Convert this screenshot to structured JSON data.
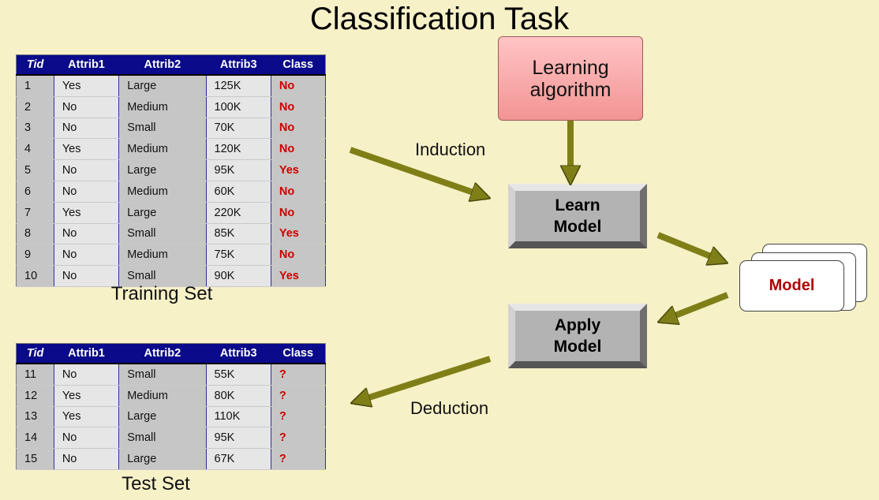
{
  "title": "Classification Task",
  "colors": {
    "background": "#f7f1c8",
    "table_header": "#0a0a8a",
    "class_text": "#cc0000",
    "arrow": "#7f7f18",
    "learning_box": "#f39494",
    "model_text": "#b00000"
  },
  "training_set": {
    "caption": "Training Set",
    "headers": [
      "Tid",
      "Attrib1",
      "Attrib2",
      "Attrib3",
      "Class"
    ],
    "rows": [
      [
        "1",
        "Yes",
        "Large",
        "125K",
        "No"
      ],
      [
        "2",
        "No",
        "Medium",
        "100K",
        "No"
      ],
      [
        "3",
        "No",
        "Small",
        "70K",
        "No"
      ],
      [
        "4",
        "Yes",
        "Medium",
        "120K",
        "No"
      ],
      [
        "5",
        "No",
        "Large",
        "95K",
        "Yes"
      ],
      [
        "6",
        "No",
        "Medium",
        "60K",
        "No"
      ],
      [
        "7",
        "Yes",
        "Large",
        "220K",
        "No"
      ],
      [
        "8",
        "No",
        "Small",
        "85K",
        "Yes"
      ],
      [
        "9",
        "No",
        "Medium",
        "75K",
        "No"
      ],
      [
        "10",
        "No",
        "Small",
        "90K",
        "Yes"
      ]
    ]
  },
  "test_set": {
    "caption": "Test Set",
    "headers": [
      "Tid",
      "Attrib1",
      "Attrib2",
      "Attrib3",
      "Class"
    ],
    "rows": [
      [
        "11",
        "No",
        "Small",
        "55K",
        "?"
      ],
      [
        "12",
        "Yes",
        "Medium",
        "80K",
        "?"
      ],
      [
        "13",
        "Yes",
        "Large",
        "110K",
        "?"
      ],
      [
        "14",
        "No",
        "Small",
        "95K",
        "?"
      ],
      [
        "15",
        "No",
        "Large",
        "67K",
        "?"
      ]
    ]
  },
  "diagram": {
    "learning_algorithm": "Learning algorithm",
    "learn_model": "Learn Model",
    "apply_model": "Apply Model",
    "model": "Model",
    "induction": "Induction",
    "deduction": "Deduction"
  }
}
